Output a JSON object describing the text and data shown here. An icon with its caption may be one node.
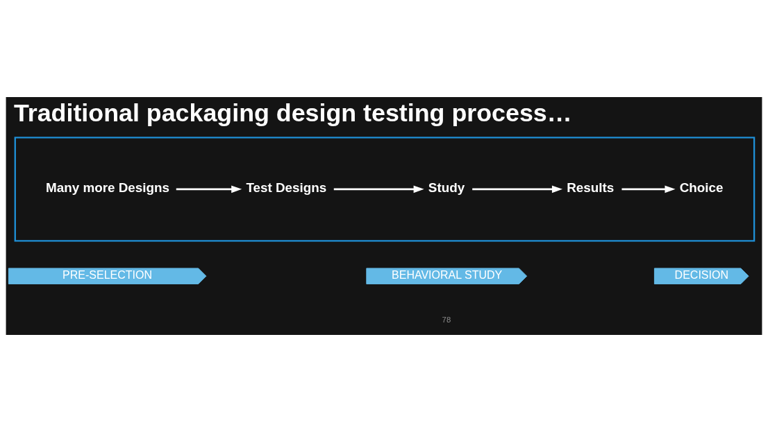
{
  "diagram": {
    "title": "Traditional packaging design testing process…",
    "nodes": [
      {
        "text": [],
        "shape": "trapezoid"
      },
      {
        "text": [
          "Many more Designs"
        ],
        "in": 0
      },
      {
        "text": [
          "Test Designs"
        ],
        "in": 0
      },
      {
        "text": [
          "Study"
        ],
        "in": 0
      },
      {
        "text": [
          "Results"
        ],
        "in": 0
      },
      {
        "text": [
          "Choice"
        ],
        "in": 0
      },
      {
        "text": [
          "PRE-SELECTION"
        ]
      },
      {
        "text": [
          "BEHAVIORAL STUDY"
        ]
      },
      {
        "text": [
          "DECISION"
        ]
      }
    ],
    "edges": [
      {
        "from": 1,
        "to": 2,
        "arrow": "to"
      },
      {
        "from": 2,
        "to": 3,
        "arrow": "to"
      },
      {
        "from": 3,
        "to": 4,
        "arrow": "to"
      },
      {
        "from": 4,
        "to": 5,
        "arrow": "to"
      }
    ],
    "labels": [
      "78"
    ]
  }
}
